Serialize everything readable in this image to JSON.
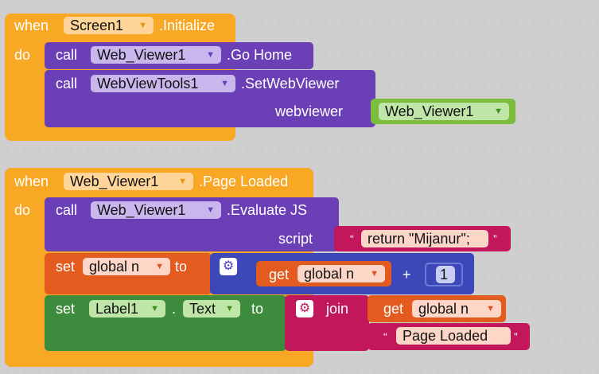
{
  "colors": {
    "event": "#f9a825",
    "component_method": "#6b3fb5",
    "component_getter": "#7cbd3e",
    "global_var": "#e35b1f",
    "math": "#3c48b8",
    "text": "#c2185b",
    "setter": "#3d8b3d",
    "dropdown_orange": "#ffd59a"
  },
  "event1": {
    "when": "when",
    "component": "Screen1",
    "event": ".Initialize",
    "do": "do",
    "stmt1": {
      "call": "call",
      "component": "Web_Viewer1",
      "method": ".Go Home"
    },
    "stmt2": {
      "call": "call",
      "component": "WebViewTools1",
      "method": ".SetWebViewer",
      "param": "webviewer",
      "value_component": "Web_Viewer1"
    }
  },
  "event2": {
    "when": "when",
    "component": "Web_Viewer1",
    "event": ".Page Loaded",
    "do": "do",
    "stmt1": {
      "call": "call",
      "component": "Web_Viewer1",
      "method": ".Evaluate JS",
      "param": "script",
      "open_quote": "“",
      "string": "return \"Mijanur\";",
      "close_quote": "”"
    },
    "stmt2": {
      "set": "set",
      "var": "global n",
      "to": "to",
      "gear": "⚙",
      "get": "get",
      "get_var": "global n",
      "op": "+",
      "number": "1"
    },
    "stmt3": {
      "set": "set",
      "component": "Label1",
      "dot": ".",
      "prop": "Text",
      "to": "to",
      "gear": "⚙",
      "join": "join",
      "get": "get",
      "get_var": "global n",
      "open_quote": "“",
      "string": "Page Loaded",
      "close_quote": "”"
    }
  }
}
